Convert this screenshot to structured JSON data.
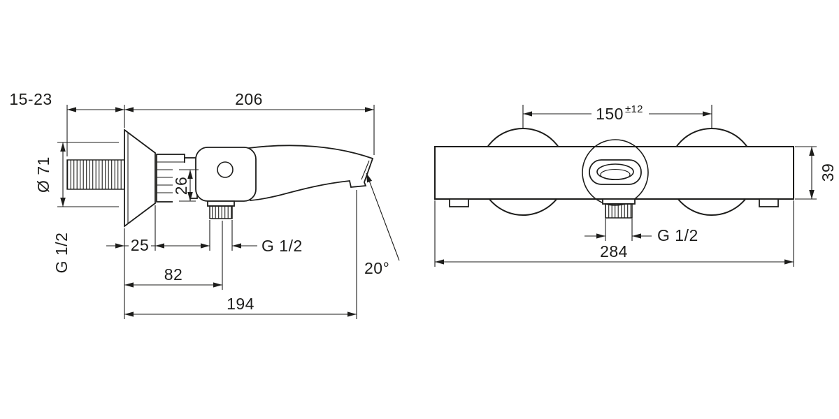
{
  "drawing": {
    "side_view": {
      "labels": {
        "wall_depth_range": "15-23",
        "total_projection": "206",
        "escutcheon_diameter": "Ø 71",
        "inlet_thread": "G 1/2",
        "center_drop": "26",
        "escutcheon_depth": "25",
        "outlet_thread": "G 1/2",
        "outlet_offset": "82",
        "underside_projection": "194",
        "spout_angle": "20°"
      }
    },
    "front_view": {
      "labels": {
        "connection_centers": "150",
        "centers_tolerance": "±12",
        "body_height": "39",
        "outlet_thread": "G 1/2",
        "overall_width": "284"
      }
    },
    "colors": {
      "line": "#1d1d1b",
      "background": "#ffffff"
    }
  }
}
